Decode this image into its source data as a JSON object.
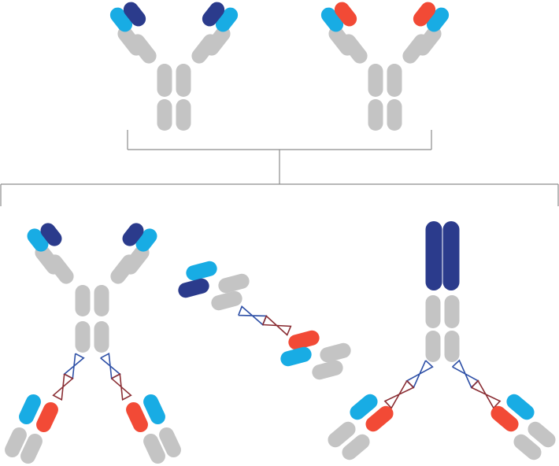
{
  "colors": {
    "background": "#ffffff",
    "constant_domain": "#c4c4c4",
    "light_blue": "#18ace4",
    "dark_blue": "#2b3b8c",
    "red": "#f24a36",
    "connector_line": "#8c8c8c",
    "linker_blue": "#2d4fa6",
    "linker_red": "#8a2d33"
  },
  "figures": [
    {
      "id": "parent-antibody-blue",
      "kind": "IgG antibody",
      "variable_colors": [
        "light_blue",
        "dark_blue"
      ]
    },
    {
      "id": "parent-antibody-red",
      "kind": "IgG antibody",
      "variable_colors": [
        "light_blue",
        "red"
      ]
    },
    {
      "id": "bispecific-igg-scfv",
      "kind": "IgG with appended scFv fragments"
    },
    {
      "id": "tandem-scfv",
      "kind": "tandem scFv fragment"
    },
    {
      "id": "bispecific-vhh-scfv",
      "kind": "Fc with single-domain and scFv arms"
    }
  ]
}
